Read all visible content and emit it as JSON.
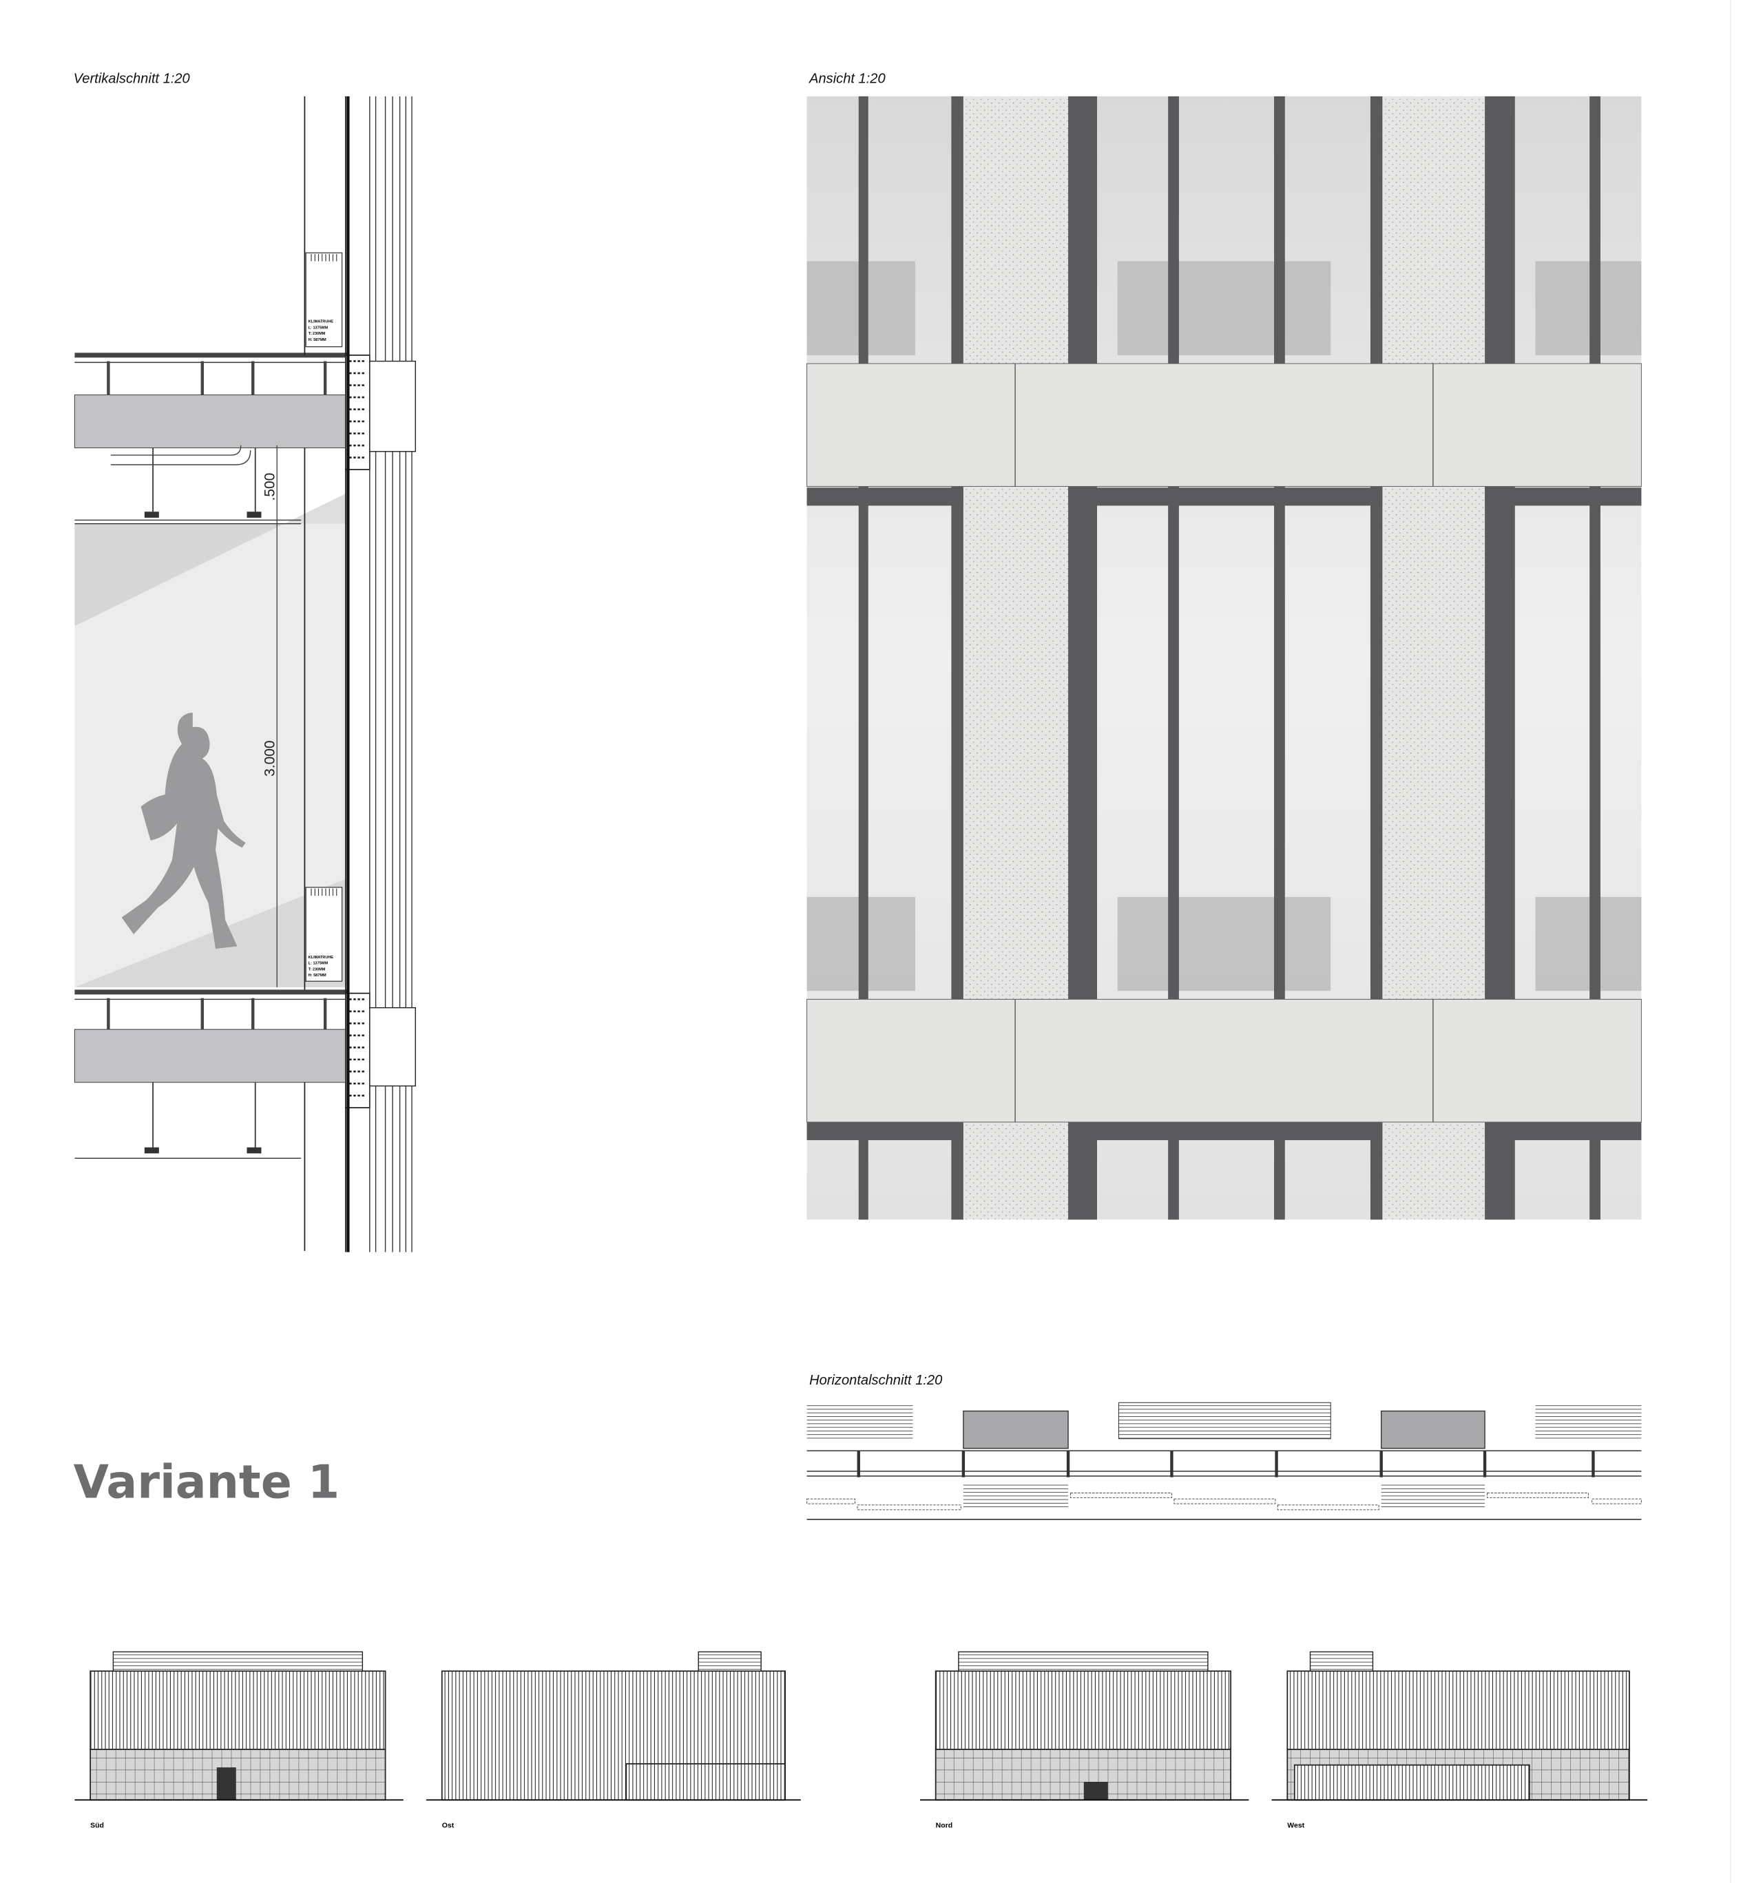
{
  "titles": {
    "vertical_section": "Vertikalschnitt 1:20",
    "elevation_view": "Ansicht 1:20",
    "horizontal_section": "Horizontalschnitt 1:20"
  },
  "variant": "Variante 1",
  "dimensions": {
    "upper": ".500",
    "room_height": "3.000"
  },
  "klima_unit": {
    "title": "KLIMATRUHE",
    "l": "L: 1375MM",
    "t": "T: 230MM",
    "h": "H: 587MM"
  },
  "elevations": [
    {
      "label": "Süd"
    },
    {
      "label": "Ost"
    },
    {
      "label": "Nord"
    },
    {
      "label": "West"
    }
  ],
  "colors": {
    "slab": "#c3c3c5",
    "frame": "#5a5a5c",
    "panel": "#e4e4e2",
    "variant_text": "#6d6d70"
  }
}
